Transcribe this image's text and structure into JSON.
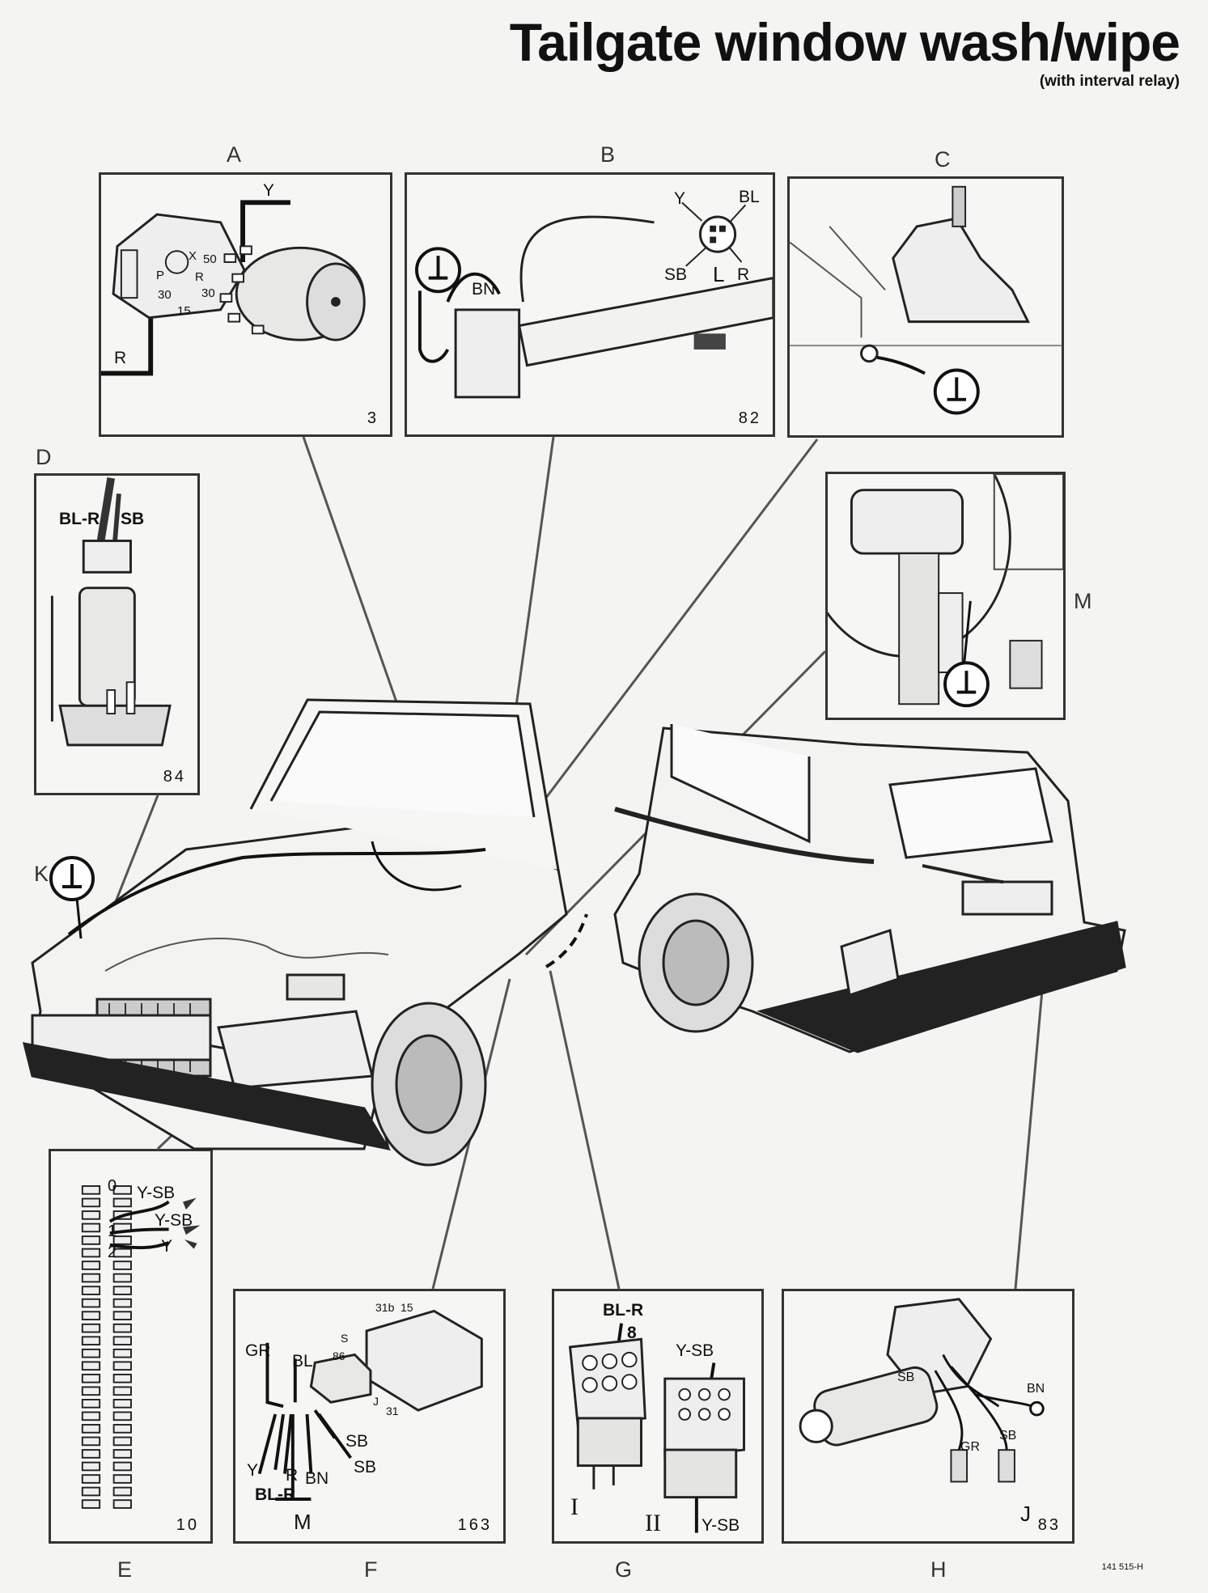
{
  "title": "Tailgate window wash/wipe",
  "subtitle": "(with interval relay)",
  "footer_code": "141 515-H",
  "panels": {
    "A": {
      "letter": "A",
      "number": "3",
      "wires": [
        "Y",
        "R"
      ],
      "terminals": [
        "X",
        "50",
        "P",
        "R",
        "30",
        "30",
        "15"
      ]
    },
    "B": {
      "letter": "B",
      "number": "82",
      "wires": [
        "Y",
        "BL",
        "SB",
        "L",
        "R",
        "BN"
      ]
    },
    "C": {
      "letter": "C"
    },
    "D": {
      "letter": "D",
      "number": "84",
      "wires": [
        "BL-R",
        "SB"
      ]
    },
    "M": {
      "letter": "M"
    },
    "K": {
      "letter": "K"
    },
    "E": {
      "letter": "E",
      "number": "10",
      "wires": [
        "Y-SB",
        "Y-SB",
        "Y"
      ],
      "positions": [
        "0",
        "1",
        "2"
      ]
    },
    "F": {
      "letter": "F",
      "number": "163",
      "wires": [
        "GR",
        "BL",
        "Y",
        "R",
        "BN",
        "SB",
        "SB",
        "BL-R",
        "M"
      ],
      "terminals": [
        "31b",
        "15",
        "S",
        "86",
        "J",
        "31"
      ]
    },
    "G": {
      "letter": "G",
      "wires": [
        "BL-R",
        "8",
        "Y-SB",
        "Y-SB"
      ],
      "roman": [
        "I",
        "II"
      ]
    },
    "H": {
      "letter": "H",
      "number": "83",
      "wires": [
        "SB",
        "BN",
        "GR",
        "SB",
        "J"
      ]
    }
  }
}
